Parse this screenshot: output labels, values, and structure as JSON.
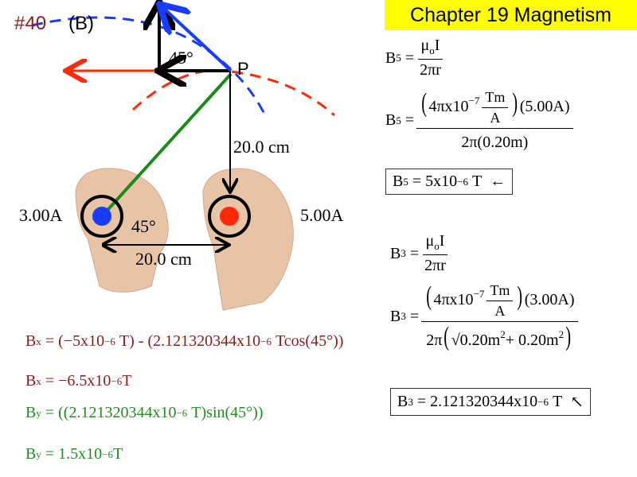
{
  "header": {
    "chapter_title": "Chapter 19 Magnetism",
    "problem_number": "#40",
    "part": "(B)"
  },
  "diagram": {
    "point_label": "P",
    "angle_top": "45°",
    "angle_bottom": "45°",
    "vertical_distance": "20.0 cm",
    "horizontal_distance": "20.0 cm",
    "left_current": "3.00A",
    "right_current": "5.00A",
    "colors": {
      "wire_3A": "#1a3cff",
      "wire_5A": "#ff2a0a",
      "field_B3": "#1a3cff",
      "field_B5": "#ff2a0a",
      "distance_line": "#1a8a1a"
    }
  },
  "right_equations": {
    "b5_lhs": "B",
    "b5_sub": "5",
    "mu": "μ",
    "mu_sub": "o",
    "current": "I",
    "two_pi_r": "2πr",
    "b5_num_a": "4πx10",
    "exp_neg7": "−7",
    "tm": "Tm",
    "amp": "A",
    "b5_num_b": "5.00A",
    "b5_den": "2π(0.20m)",
    "b5_result": "= 5x10",
    "exp_neg6": "−6",
    "tesla": "T",
    "b5_dir": "←",
    "b3_sub": "3",
    "b3_num_b": "3.00A",
    "b3_den_a": "2π",
    "b3_den_root": "√0.20m",
    "b3_den_plus": "+ 0.20m",
    "sq": "2",
    "b3_result": "= 2.121320344x10",
    "b3_dir": "↖"
  },
  "left_equations": {
    "bx_lhs": "B",
    "x_sub": "x",
    "y_sub": "y",
    "bx_line1_a": "= (−5x10",
    "bx_line1_b": "T) - (2.121320344x10",
    "bx_line1_c": "Tcos(45°))",
    "bx_line2": "= −6.5x10",
    "by_line1_a": "= ((2.121320344x10",
    "by_line1_b": "T)sin(45°))",
    "by_line2": "= 1.5x10",
    "exp_neg6": "−6",
    "tesla": "T"
  }
}
